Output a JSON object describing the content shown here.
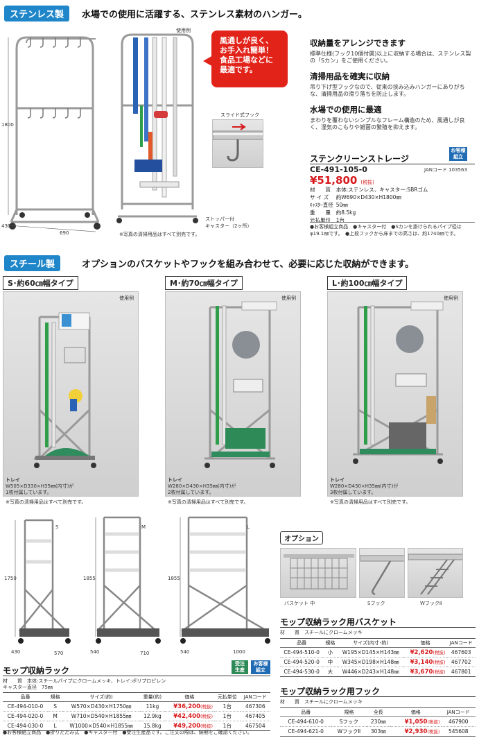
{
  "stainless": {
    "badge": "ステンレス製",
    "headline": "水場での使用に活躍する、ステンレス素材のハンガー。",
    "usage_label": "使用例",
    "callout_lines": [
      "風通しが良く、",
      "お手入れ簡単！",
      "食品工場などに",
      "最適です。"
    ],
    "dim_height": "1800",
    "dim_depth": "430",
    "dim_width": "690",
    "slide_hook_label": "スライド式フック",
    "stopper_label": "ストッパー付",
    "caster_label": "キャスター（2ヶ所）",
    "photo_note": "※写真の清掃用品はすべて別売です。",
    "features": [
      {
        "title": "収納量をアレンジできます",
        "body": "標準仕様(フック10個付属)以上に収納する場合は、ステンレス製の「Sカン」をご使用ください。"
      },
      {
        "title": "清掃用品を確実に収納",
        "body": "吊り下げ型フックなので、従来の挟み込みハンガーにありがちな、清掃用品の滑り落ちを防止します。"
      },
      {
        "title": "水場での使用に最適",
        "body": "まわりを覆わないシンプルなフレーム構造のため、風通しが良く、湿気のこもりや雑菌の繁殖を抑えます。"
      }
    ],
    "product_name": "ステンクリーンストレージ",
    "assembled_badge": [
      "お客様",
      "組立"
    ],
    "code": "CE-491-105-0",
    "jan": "JANコード 103563",
    "price": "¥51,800",
    "tax": "(税抜)",
    "specs": [
      {
        "k": "材　　質",
        "v": "本体:ステンレス、キャスター:SBRゴム"
      },
      {
        "k": "サ イ ズ",
        "v": "約W690×D430×H1800㎜"
      },
      {
        "k": "ｷｬｽﾀｰ直径",
        "v": "50㎜"
      },
      {
        "k": "重　　量",
        "v": "約8.5kg"
      },
      {
        "k": "元払単位",
        "v": "1台"
      }
    ],
    "notes": [
      "●お客様組立商品　●キャスター付　●Sカンを掛けられるパイプ径は",
      "φ19.1㎜です。　●上段フックから床までの高さは、約1740㎜です。"
    ]
  },
  "steel": {
    "badge": "スチール製",
    "headline": "オプションのバスケットやフックを組み合わせて、必要に応じた収納ができます。",
    "types": [
      {
        "label": "S･約60㎝幅タイプ",
        "usage": "使用例",
        "tray": "トレイ",
        "tray_size": "W505×D330×H35㎜(内寸)が",
        "tray_count": "1枚付属しています。",
        "note": "※写真の清掃用品はすべて別売です。"
      },
      {
        "label": "M･約70㎝幅タイプ",
        "usage": "使用例",
        "tray": "トレイ",
        "tray_size": "W280×D430×H35㎜(内寸)が",
        "tray_count": "2枚付属しています。",
        "note": "※写真の清掃用品はすべて別売です。"
      },
      {
        "label": "L･約100㎝幅タイプ",
        "usage": "使用例",
        "tray": "トレイ",
        "tray_size": "W280×D430×H35㎜(内寸)が",
        "tray_count": "3枚付属しています。",
        "note": "※写真の清掃用品はすべて別売です。"
      }
    ],
    "racks": [
      {
        "size": "S",
        "h": "1750",
        "d": "430",
        "w": "570"
      },
      {
        "size": "M",
        "h": "1855",
        "d": "540",
        "w": "710"
      },
      {
        "size": "L",
        "h": "1855",
        "d": "540",
        "w": "1000"
      }
    ],
    "option_label": "オプション",
    "options": [
      {
        "label": "バスケット 中"
      },
      {
        "label": "Sフック"
      },
      {
        "label": "WフックⅡ"
      }
    ],
    "rack_title": "モップ収納ラック",
    "order_badge": [
      "受注",
      "生産"
    ],
    "assembled_badge": [
      "お客様",
      "組立"
    ],
    "rack_material": "材　　質　本体:スチールパイプにクロームメッキ、トレイ:ポリプロピレン",
    "rack_caster": "キャスター直径　75㎜",
    "rack_headers": [
      "品番",
      "規格",
      "サイズ(約)",
      "重量(約)",
      "価格",
      "元払単位",
      "JANコード"
    ],
    "rack_rows": [
      {
        "code": "CE-494-010-0",
        "spec": "S",
        "size": "W570×D430×H1750㎜",
        "weight": "11kg",
        "price": "¥36,200",
        "tax": "(税抜)",
        "unit": "1台",
        "jan": "467306"
      },
      {
        "code": "CE-494-020-0",
        "spec": "M",
        "size": "W710×D540×H1855㎜",
        "weight": "12.9kg",
        "price": "¥42,400",
        "tax": "(税抜)",
        "unit": "1台",
        "jan": "467405"
      },
      {
        "code": "CE-494-030-0",
        "spec": "L",
        "size": "W1000×D540×H1855㎜",
        "weight": "15.8kg",
        "price": "¥49,200",
        "tax": "(税抜)",
        "unit": "1台",
        "jan": "467504"
      }
    ],
    "rack_notes": "●お客様組立商品　●折りたたみ式　●キャスター付　●受注生産品です。ご注文の際は、納期をご確認ください。",
    "basket_title": "モップ収納ラック用バスケット",
    "basket_material": "材　　質　スチールにクロームメッキ",
    "basket_headers": [
      "品番",
      "規格",
      "サイズ(内寸･約)",
      "価格",
      "JANコード"
    ],
    "basket_rows": [
      {
        "code": "CE-494-510-0",
        "spec": "小",
        "size": "W195×D145×H143㎜",
        "price": "¥2,620",
        "tax": "(税抜)",
        "jan": "467603"
      },
      {
        "code": "CE-494-520-0",
        "spec": "中",
        "size": "W345×D198×H148㎜",
        "price": "¥3,140",
        "tax": "(税抜)",
        "jan": "467702"
      },
      {
        "code": "CE-494-530-0",
        "spec": "大",
        "size": "W446×D243×H148㎜",
        "price": "¥3,670",
        "tax": "(税抜)",
        "jan": "467801"
      }
    ],
    "hook_title": "モップ収納ラック用フック",
    "hook_material": "材　　質　スチールにクロームメッキ",
    "hook_headers": [
      "品番",
      "規格",
      "全長",
      "価格",
      "JANコード"
    ],
    "hook_rows": [
      {
        "code": "CE-494-610-0",
        "spec": "Sフック",
        "len": "230㎜",
        "price": "¥1,050",
        "tax": "(税抜)",
        "jan": "467900"
      },
      {
        "code": "CE-494-621-0",
        "spec": "WフックⅡ",
        "len": "303㎜",
        "price": "¥2,930",
        "tax": "(税抜)",
        "jan": "545608"
      }
    ]
  }
}
